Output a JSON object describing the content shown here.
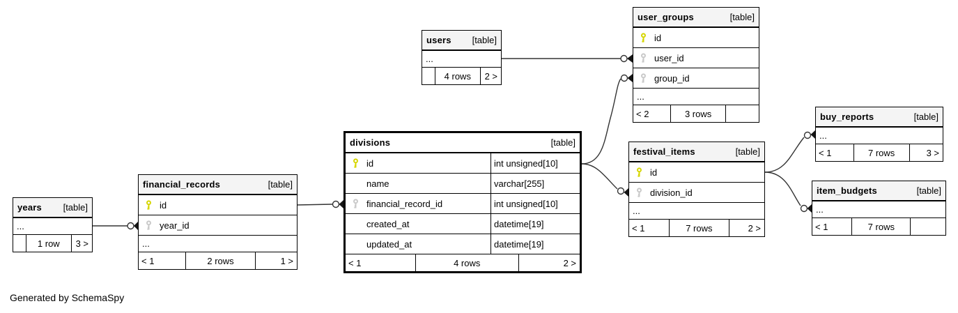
{
  "diagram": {
    "caption": "Generated by SchemaSpy",
    "colors": {
      "header_bg": "#f4f4f4",
      "focus_header_bg": "#ffffff",
      "table_border": "#000000",
      "primary_key_icon": "#d6d600",
      "foreign_key_icon": "#c9c9c9",
      "edge": "#333333"
    },
    "icons": {
      "primary_key": "key-icon",
      "foreign_key": "key-icon"
    },
    "tables": {
      "users": {
        "name": "users",
        "tag": "[table]",
        "ellipsis": "...",
        "footer": {
          "left": "",
          "center": "4 rows",
          "right": "2 >"
        }
      },
      "user_groups": {
        "name": "user_groups",
        "tag": "[table]",
        "ellipsis": "...",
        "columns": [
          {
            "name": "id",
            "key": "primary"
          },
          {
            "name": "user_id",
            "key": "foreign"
          },
          {
            "name": "group_id",
            "key": "foreign"
          }
        ],
        "footer": {
          "left": "< 2",
          "center": "3 rows",
          "right": ""
        }
      },
      "divisions": {
        "name": "divisions",
        "tag": "[table]",
        "columns": [
          {
            "name": "id",
            "type": "int unsigned[10]",
            "key": "primary"
          },
          {
            "name": "name",
            "type": "varchar[255]",
            "key": ""
          },
          {
            "name": "financial_record_id",
            "type": "int unsigned[10]",
            "key": "foreign"
          },
          {
            "name": "created_at",
            "type": "datetime[19]",
            "key": ""
          },
          {
            "name": "updated_at",
            "type": "datetime[19]",
            "key": ""
          }
        ],
        "footer": {
          "left": "< 1",
          "center": "4 rows",
          "right": "2 >"
        }
      },
      "financial_records": {
        "name": "financial_records",
        "tag": "[table]",
        "ellipsis": "...",
        "columns": [
          {
            "name": "id",
            "key": "primary"
          },
          {
            "name": "year_id",
            "key": "foreign"
          }
        ],
        "footer": {
          "left": "< 1",
          "center": "2 rows",
          "right": "1 >"
        }
      },
      "years": {
        "name": "years",
        "tag": "[table]",
        "ellipsis": "...",
        "footer": {
          "left": "",
          "center": "1 row",
          "right": "3 >"
        }
      },
      "festival_items": {
        "name": "festival_items",
        "tag": "[table]",
        "ellipsis": "...",
        "columns": [
          {
            "name": "id",
            "key": "primary"
          },
          {
            "name": "division_id",
            "key": "foreign"
          }
        ],
        "footer": {
          "left": "< 1",
          "center": "7 rows",
          "right": "2 >"
        }
      },
      "buy_reports": {
        "name": "buy_reports",
        "tag": "[table]",
        "ellipsis": "...",
        "footer": {
          "left": "< 1",
          "center": "7 rows",
          "right": "3 >"
        }
      },
      "item_budgets": {
        "name": "item_budgets",
        "tag": "[table]",
        "ellipsis": "...",
        "footer": {
          "left": "< 1",
          "center": "7 rows",
          "right": ""
        }
      }
    },
    "relationships": [
      {
        "from": "years",
        "to": "financial_records.year_id"
      },
      {
        "from": "financial_records.id",
        "to": "divisions.financial_record_id"
      },
      {
        "from": "users",
        "to": "user_groups.user_id"
      },
      {
        "from": "divisions.id",
        "to": "user_groups.group_id"
      },
      {
        "from": "divisions.id",
        "to": "festival_items.division_id"
      },
      {
        "from": "festival_items.id",
        "to": "buy_reports"
      },
      {
        "from": "festival_items.id",
        "to": "item_budgets"
      }
    ]
  }
}
